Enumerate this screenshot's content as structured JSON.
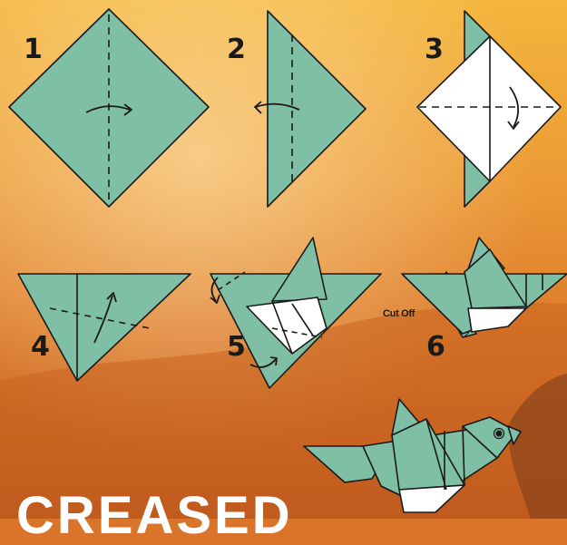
{
  "colors": {
    "paper_green": "#7fbfa5",
    "paper_white": "#ffffff",
    "outline": "#1a1a1a",
    "background_top": "#f2b23a",
    "background_bottom": "#c2531c"
  },
  "steps": [
    {
      "number": "1"
    },
    {
      "number": "2"
    },
    {
      "number": "3"
    },
    {
      "number": "4"
    },
    {
      "number": "5"
    },
    {
      "number": "6"
    }
  ],
  "annotations": {
    "cut_off": "Cut Off"
  },
  "title": "CREASED"
}
